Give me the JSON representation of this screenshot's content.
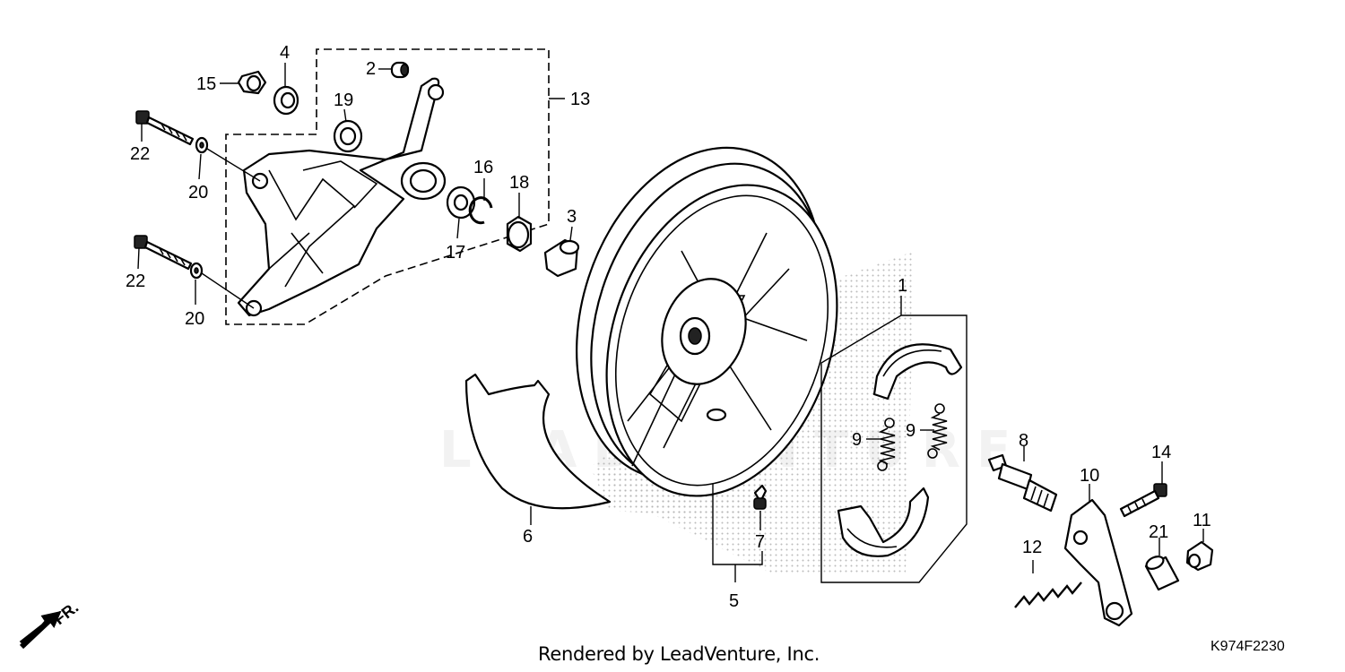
{
  "callouts": {
    "c1": "1",
    "c2": "2",
    "c3": "3",
    "c4": "4",
    "c5": "5",
    "c6": "6",
    "c7": "7",
    "c8": "8",
    "c9a": "9",
    "c9b": "9",
    "c10": "10",
    "c11": "11",
    "c12": "12",
    "c13": "13",
    "c14": "14",
    "c15": "15",
    "c16": "16",
    "c17": "17",
    "c18": "18",
    "c19": "19",
    "c20a": "20",
    "c20b": "20",
    "c21": "21",
    "c22a": "22",
    "c22b": "22"
  },
  "direction_label": "FR.",
  "footer": {
    "credit": "Rendered by LeadVenture, Inc.",
    "diagram_code": "K974F2230"
  },
  "watermark": "LEADVENTURE",
  "colors": {
    "line": "#000000",
    "background": "#ffffff",
    "halftone": "#b5b5b5"
  }
}
